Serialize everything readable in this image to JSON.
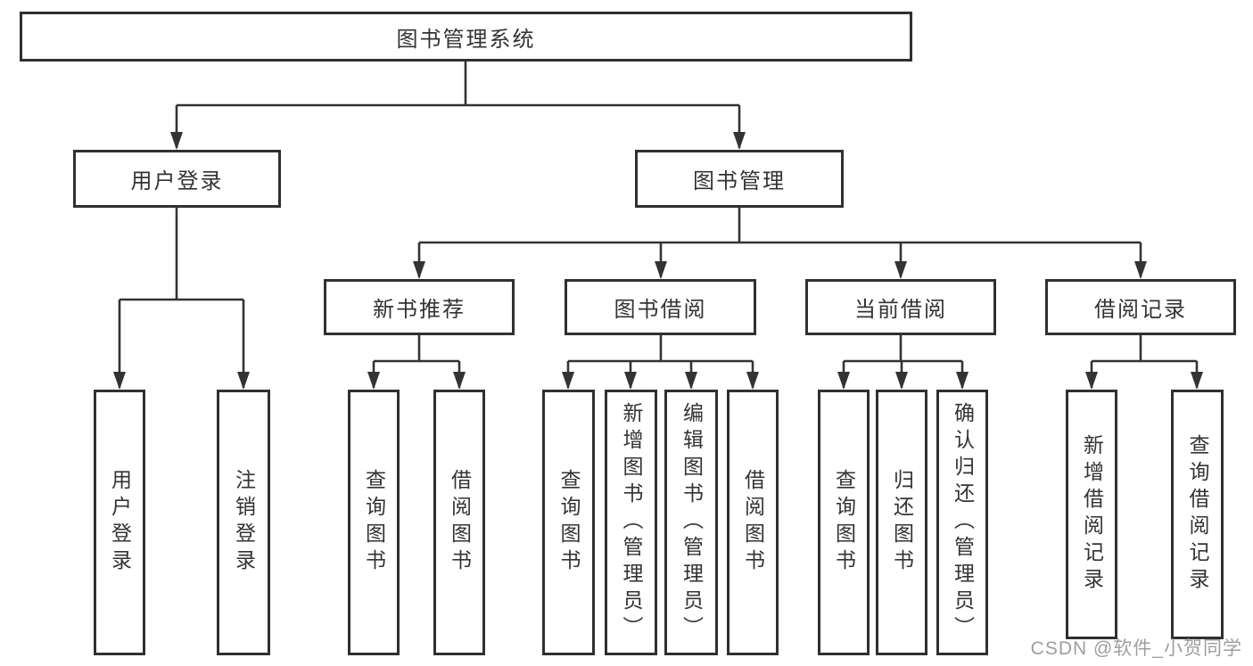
{
  "diagram": {
    "title": "图书管理系统",
    "root": {
      "label": "图书管理系统"
    },
    "branches": [
      {
        "label": "用户登录",
        "children": [
          {
            "label": "用户登录"
          },
          {
            "label": "注销登录"
          }
        ]
      },
      {
        "label": "图书管理",
        "children": [
          {
            "label": "新书推荐",
            "children": [
              {
                "label": "查询图书"
              },
              {
                "label": "借阅图书"
              }
            ]
          },
          {
            "label": "图书借阅",
            "children": [
              {
                "label": "查询图书"
              },
              {
                "label": "新增图书（管理员）"
              },
              {
                "label": "编辑图书（管理员）"
              },
              {
                "label": "借阅图书"
              }
            ]
          },
          {
            "label": "当前借阅",
            "children": [
              {
                "label": "查询图书"
              },
              {
                "label": "归还图书"
              },
              {
                "label": "确认归还（管理员）"
              }
            ]
          },
          {
            "label": "借阅记录",
            "children": [
              {
                "label": "新增借阅记录"
              },
              {
                "label": "查询借阅记录"
              }
            ]
          }
        ]
      }
    ]
  },
  "watermark": {
    "text": "CSDN @软件_小贺同学"
  },
  "colors": {
    "line": "#333333",
    "box_border": "#303030",
    "text": "#333333",
    "background": "#ffffff",
    "watermark": "#9e9e9e"
  }
}
